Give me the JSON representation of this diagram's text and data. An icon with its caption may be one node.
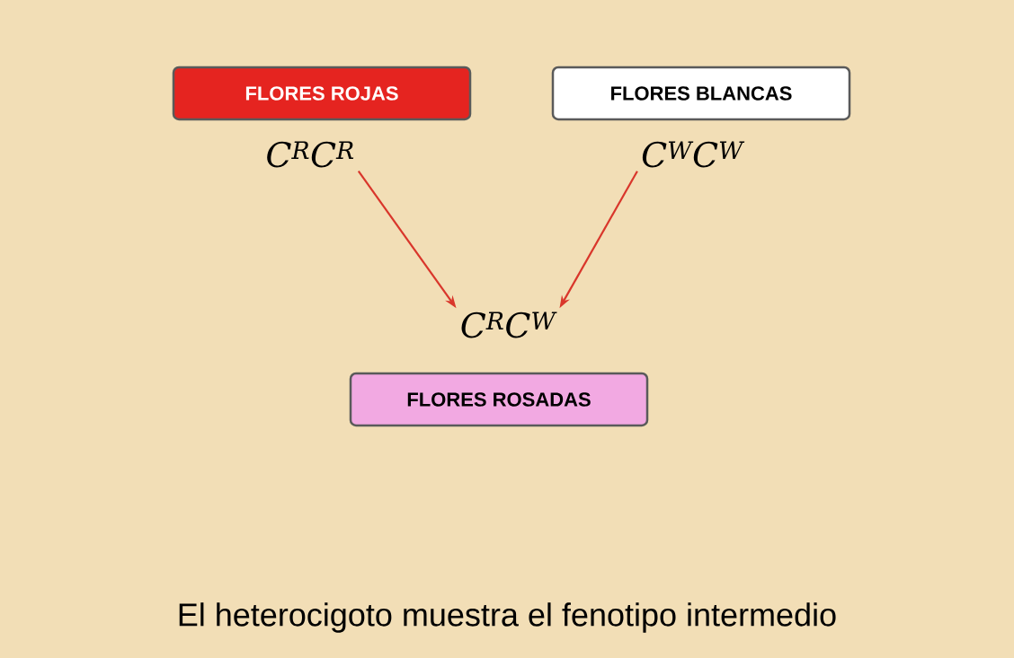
{
  "diagram": {
    "caption": "El heterocigoto muestra el fenotipo intermedio",
    "nodes": [
      {
        "text": [
          "FLORES ROJAS"
        ]
      },
      {
        "text": [
          "FLORES BLANCAS"
        ]
      },
      {
        "text": [
          "C$^{R}$C$^{R}$"
        ]
      },
      {
        "text": [
          "C$^{W}$C$^{W}$"
        ]
      },
      {
        "text": [
          "C$^{R}$C$^{W}$"
        ]
      },
      {
        "text": [
          "FLORES ROSADAS"
        ]
      }
    ],
    "edges": [
      {
        "from": 2,
        "to": 4,
        "arrow": "to"
      },
      {
        "from": 3,
        "to": 4,
        "arrow": "to"
      }
    ]
  }
}
